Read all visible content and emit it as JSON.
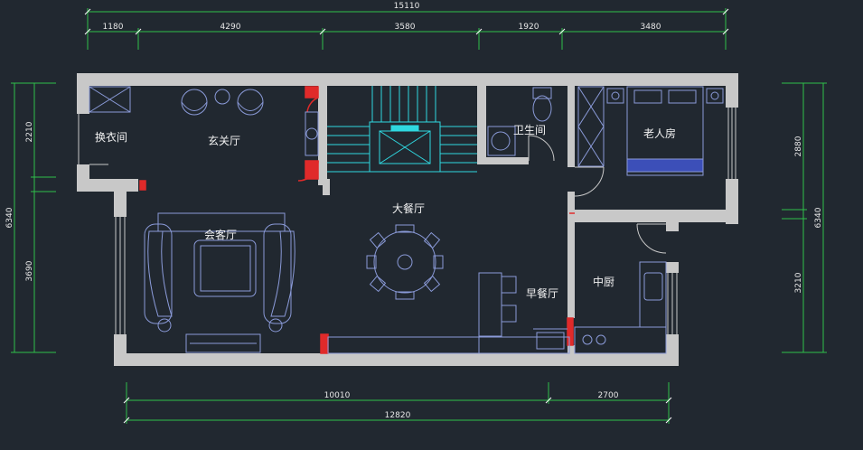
{
  "top_dims": {
    "total": "15110",
    "segments": [
      "1180",
      "4290",
      "3580",
      "1920",
      "3480"
    ]
  },
  "bottom_dims": {
    "segments": [
      "10010",
      "2700"
    ],
    "total": "12820"
  },
  "left_dims": {
    "total": "6340",
    "segments": [
      "2210",
      "3690"
    ]
  },
  "right_dims": {
    "total": "6340",
    "segments": [
      "2880",
      "3210"
    ]
  },
  "rooms": {
    "dressing": "换衣间",
    "foyer": "玄关厅",
    "living": "会客厅",
    "dining": "大餐厅",
    "bathroom": "卫生间",
    "elder_bedroom": "老人房",
    "breakfast": "早餐厅",
    "kitchen": "中厨"
  },
  "colors": {
    "background": "#212830",
    "wall": "#c8c8c8",
    "furniture": "#8a9ad8",
    "stairs": "#2fd8e0",
    "dimension": "#2fbf4a",
    "door": "#e02a2a",
    "text": "#f2f2f2"
  }
}
